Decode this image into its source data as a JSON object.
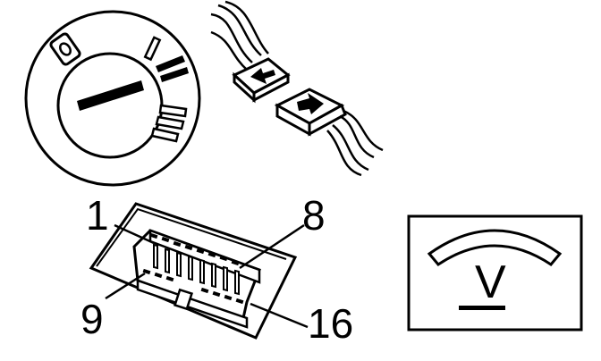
{
  "ignition_switch": {
    "positions": [
      "0",
      "I",
      "II",
      "III"
    ]
  },
  "connector_diagram": {
    "pin_labels": {
      "top_left": "1",
      "top_right": "8",
      "bottom_left": "9",
      "bottom_right": "16"
    }
  },
  "voltmeter": {
    "unit_symbol": "V"
  },
  "colors": {
    "line": "#000000",
    "background": "#ffffff"
  }
}
